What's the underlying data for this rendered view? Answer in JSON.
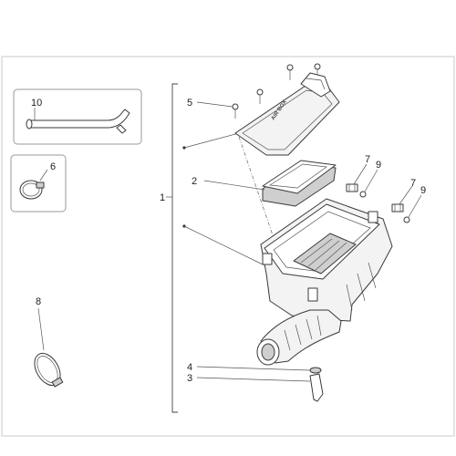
{
  "diagram": {
    "callouts": [
      {
        "id": "c1",
        "text": "1"
      },
      {
        "id": "c2",
        "text": "2"
      },
      {
        "id": "c3",
        "text": "3"
      },
      {
        "id": "c4",
        "text": "4"
      },
      {
        "id": "c5",
        "text": "5"
      },
      {
        "id": "c6",
        "text": "6"
      },
      {
        "id": "c7a",
        "text": "7"
      },
      {
        "id": "c7b",
        "text": "7"
      },
      {
        "id": "c8",
        "text": "8"
      },
      {
        "id": "c9a",
        "text": "9"
      },
      {
        "id": "c9b",
        "text": "9"
      },
      {
        "id": "c10",
        "text": "10"
      }
    ],
    "cover_stamp": "AIR BOX"
  },
  "colors": {
    "line": "#3a3a3a",
    "frame": "#c9c9c9",
    "fill": "#f3f3f3"
  }
}
